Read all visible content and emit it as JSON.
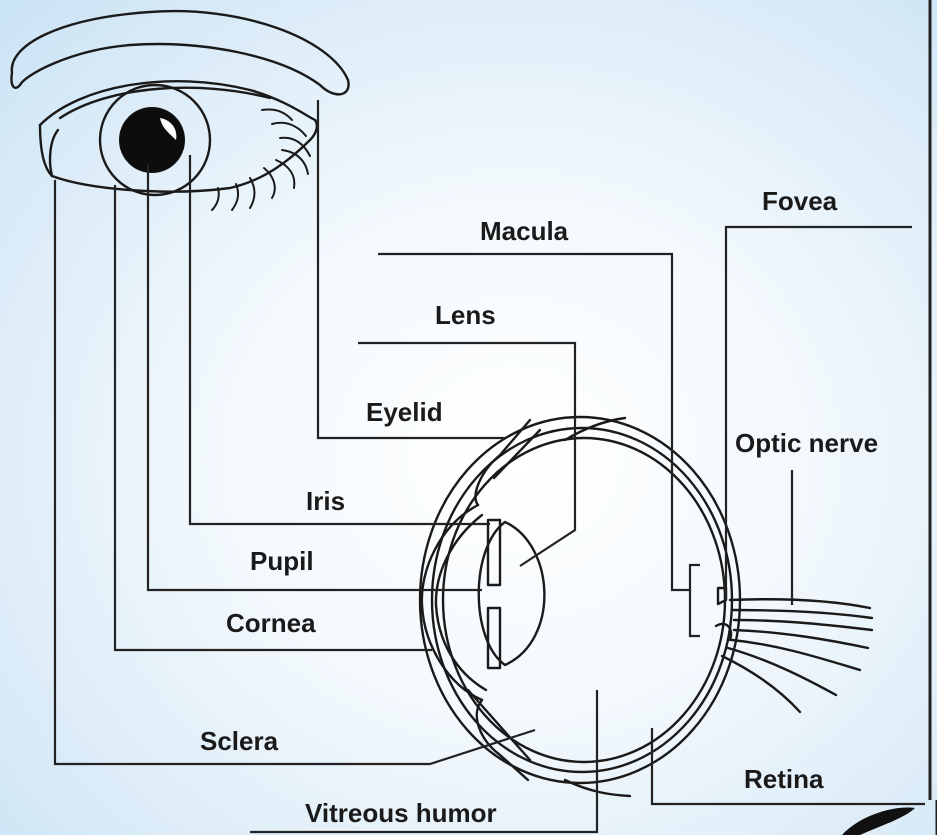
{
  "labels": {
    "fovea": "Fovea",
    "macula": "Macula",
    "lens": "Lens",
    "eyelid": "Eyelid",
    "optic_nerve": "Optic nerve",
    "iris": "Iris",
    "pupil": "Pupil",
    "cornea": "Cornea",
    "sclera": "Sclera",
    "retina": "Retina",
    "vitreous_humor": "Vitreous humor"
  },
  "colors": {
    "background": "#dcecf8",
    "line": "#1a1a1a"
  }
}
